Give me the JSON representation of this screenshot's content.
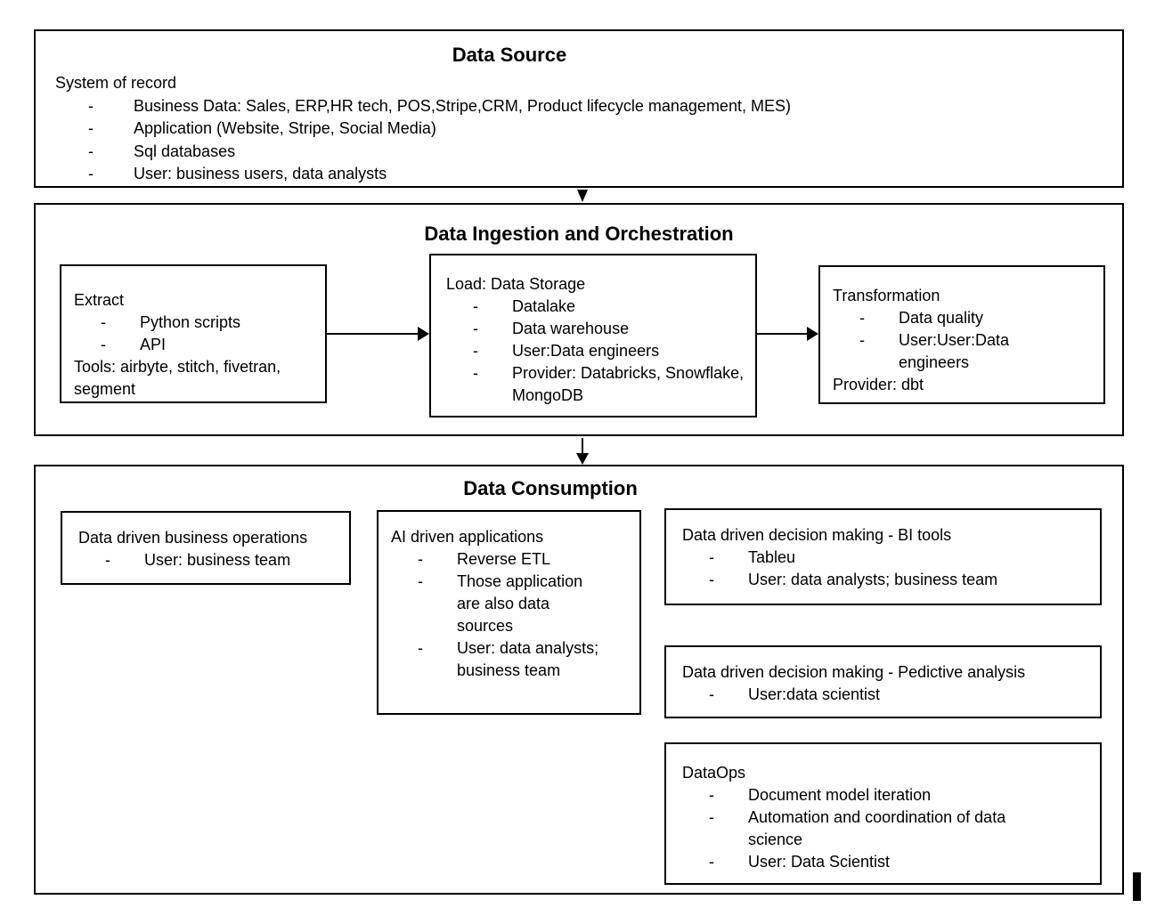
{
  "colors": {
    "background": "#ffffff",
    "line": "#000000",
    "text": "#000000"
  },
  "source": {
    "title": "Data Source",
    "intro": "System of record",
    "bullets": [
      "Business Data: Sales, ERP,HR tech, POS,Stripe,CRM, Product lifecycle management, MES)",
      "Application (Website, Stripe, Social Media)",
      "Sql databases",
      "User: business users, data analysts"
    ]
  },
  "ingestion": {
    "title": "Data Ingestion and Orchestration",
    "extract": {
      "title": "Extract",
      "bullets": [
        "Python scripts",
        "API"
      ],
      "footer": "Tools: airbyte, stitch, fivetran, segment"
    },
    "load": {
      "title": "Load: Data Storage",
      "bullets": [
        "Datalake",
        "Data warehouse",
        "User:Data engineers",
        "Provider: Databricks, Snowflake, MongoDB"
      ]
    },
    "transformation": {
      "title": "Transformation",
      "bullets": [
        "Data quality",
        "User:User:Data engineers"
      ],
      "footer": "Provider: dbt"
    }
  },
  "consumption": {
    "title": "Data Consumption",
    "business_ops": {
      "title": "Data driven business operations",
      "bullets": [
        "User: business team"
      ]
    },
    "ai_apps": {
      "title": "AI driven applications",
      "bullets": [
        "Reverse ETL",
        "Those application are also data sources",
        "User: data analysts; business team"
      ]
    },
    "bi_tools": {
      "title": "Data driven decision making - BI tools",
      "bullets": [
        "Tableu",
        "User: data analysts; business team"
      ]
    },
    "predictive": {
      "title": "Data driven decision making - Pedictive analysis",
      "bullets": [
        "User:data scientist"
      ]
    },
    "dataops": {
      "title": "DataOps",
      "bullets": [
        "Document model iteration",
        "Automation and coordination of data science",
        "User: Data Scientist"
      ]
    }
  }
}
